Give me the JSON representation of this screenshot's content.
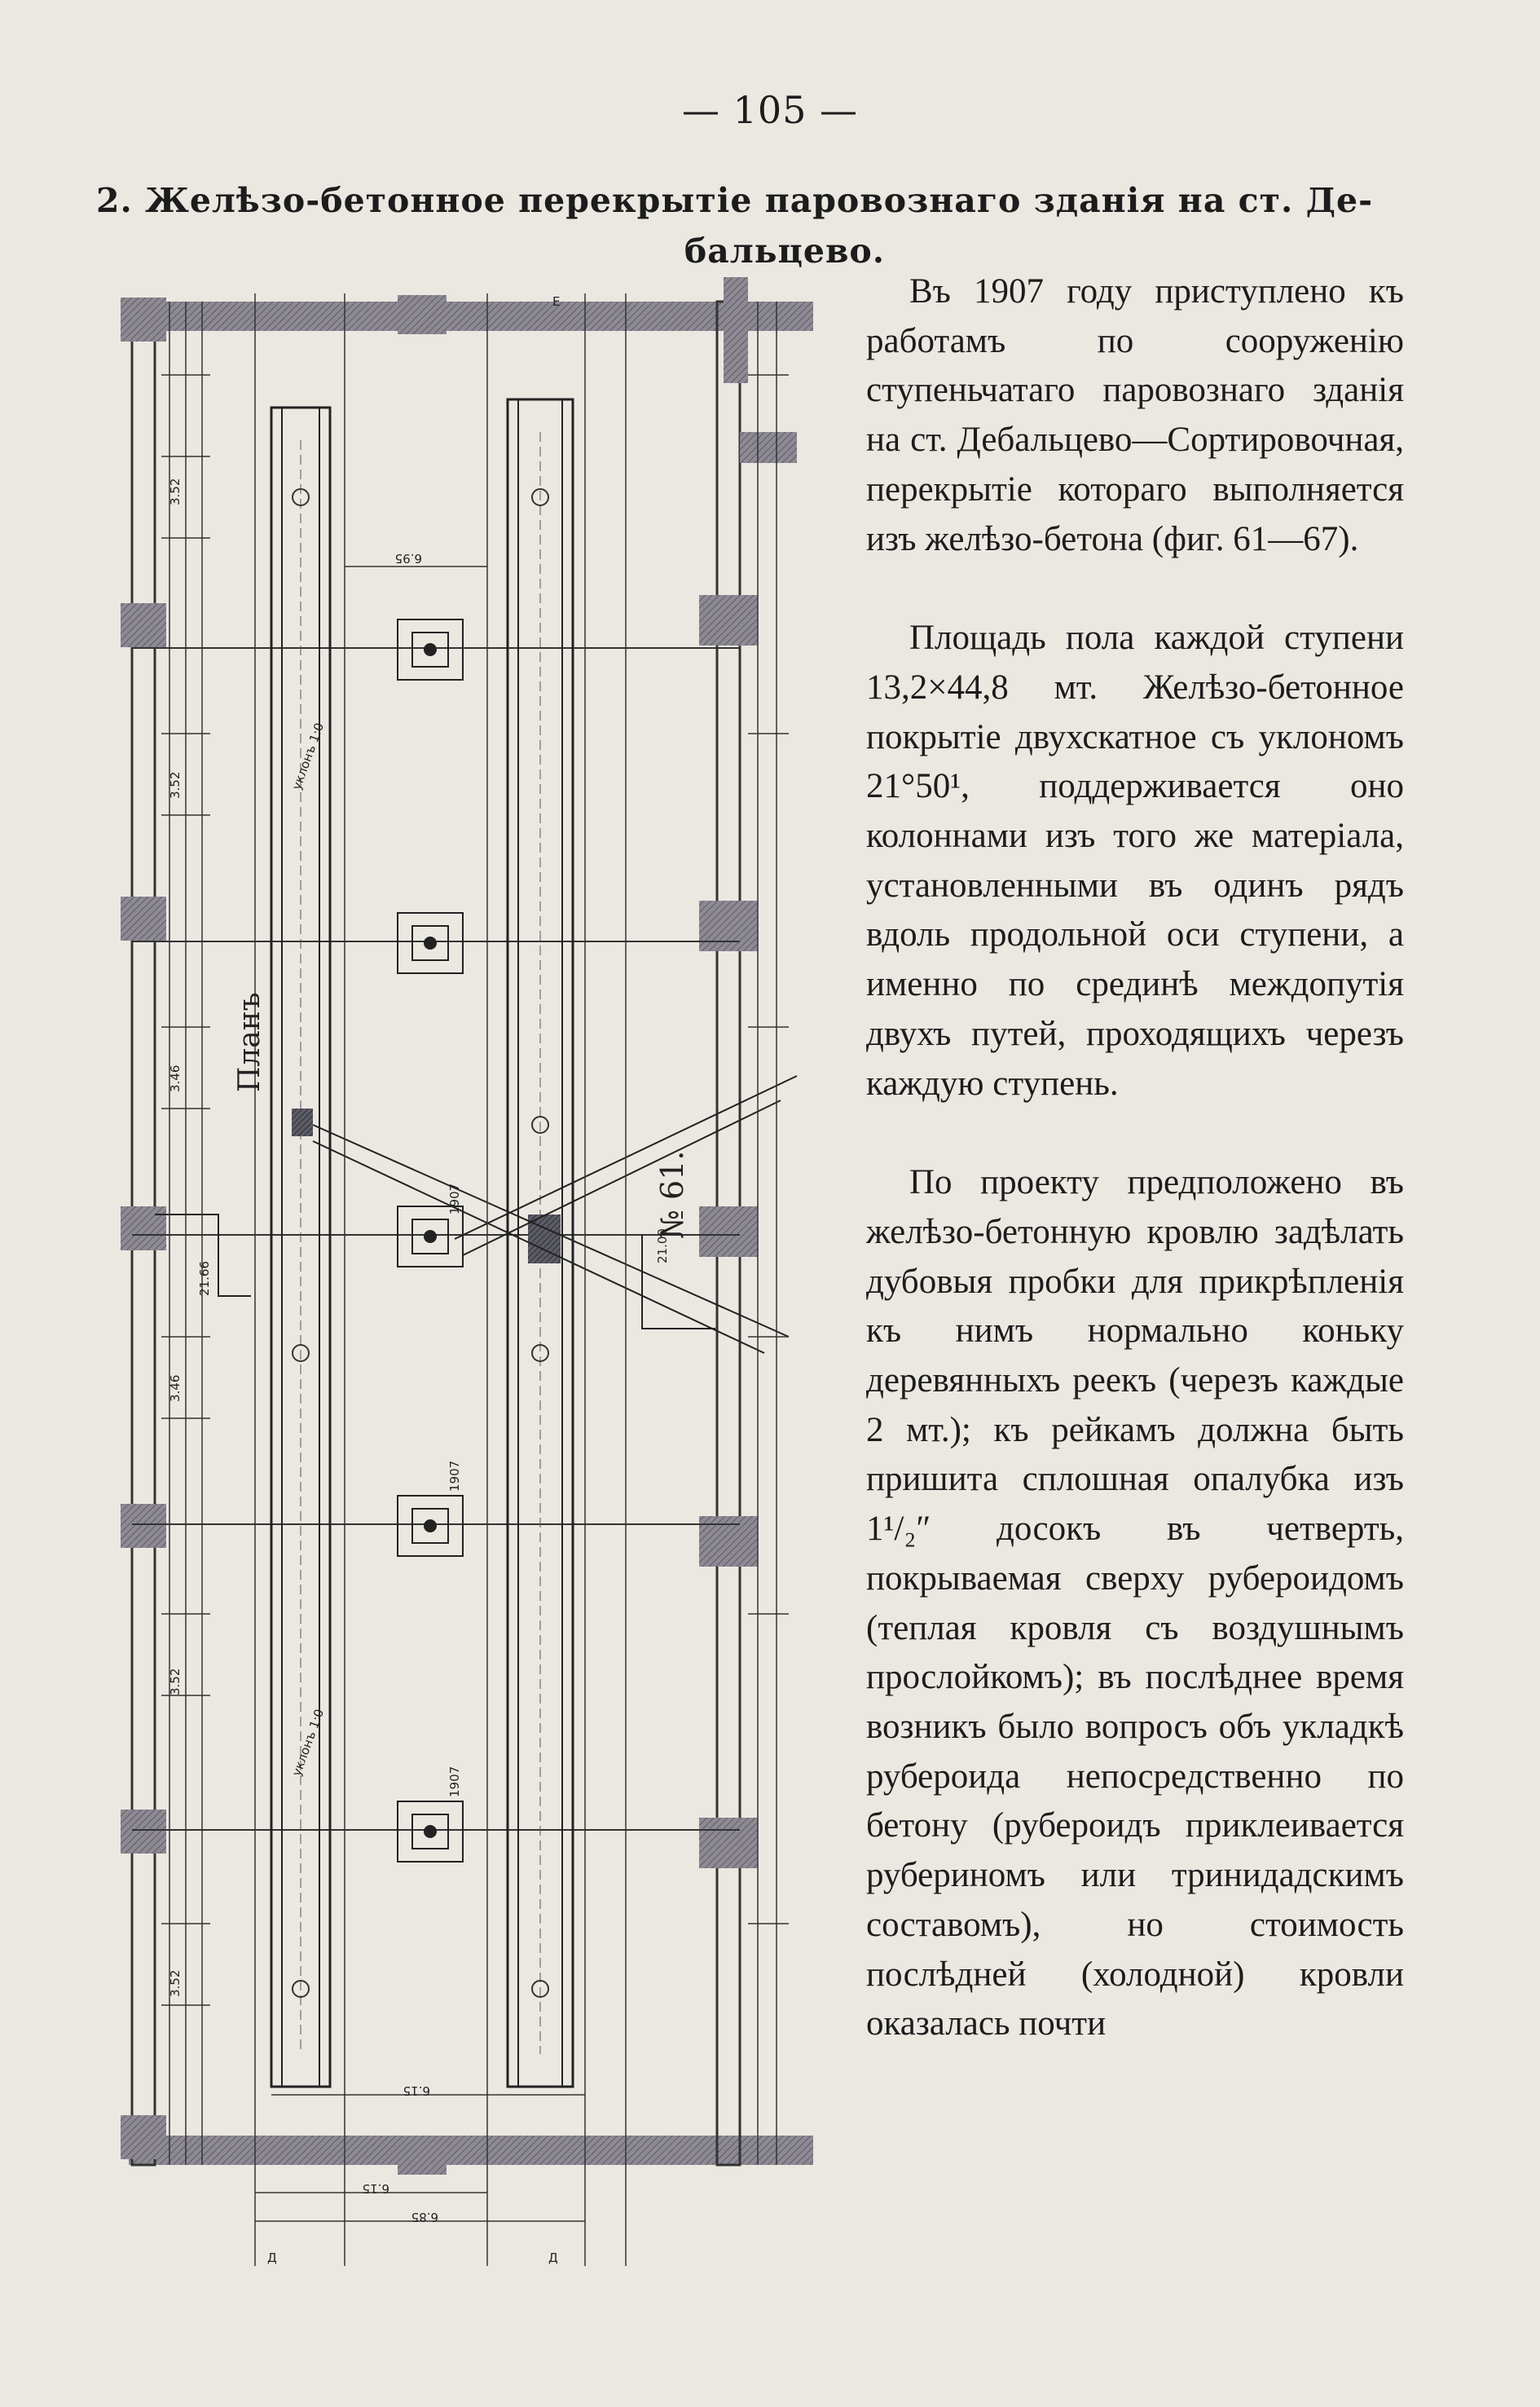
{
  "page": {
    "number": "— 105 —"
  },
  "section": {
    "title_line1": "2. Желѣзо-бетонное перекрытіе паровознаго зданія на ст. Де-",
    "title_line2": "бальцево."
  },
  "paragraphs": [
    "Въ 1907 году приступлено къ работамъ по сооруженію ступеньчатаго паровознаго зданія на ст. Дебальцево—Сортировочная, перекрытіе котораго выполняется изъ желѣзо-бетона (фиг. 61—67).",
    "Площадь пола каждой ступени 13,2×44,8 мт. Желѣзо-бетонное покрытіе двухскатное съ уклономъ 21°50¹, поддерживается оно колоннами изъ того же матеріала, установленными въ одинъ рядъ вдоль продольной оси ступени, а именно по срединѣ междопутія двухъ путей, проходящихъ черезъ каждую ступень.",
    "По проекту предположено въ желѣзо-бетонную кровлю задѣлать дубовыя пробки для прикрѣпленія къ нимъ нормально коньку деревянныхъ реекъ (черезъ каждые 2 мт.); къ рейкамъ должна быть пришита сплошная опалубка изъ 1¹/₂″ досокъ въ четверть, покрываемая сверху рубероидомъ (теплая кровля съ воздушнымъ прослойкомъ); въ послѣднее время возникъ было вопросъ объ укладкѣ рубероида непосредственно по бетону (рубероидъ приклеивается рубериномъ или тринидадскимъ составомъ), но стоимость послѣдней (холодной) кровли оказалась почти"
  ],
  "figure": {
    "caption": "№ 61.",
    "plan_label": "Планъ",
    "dimensions_left": [
      "3.52",
      "3.52",
      "3.46",
      "21.66",
      "3.46",
      "3.52",
      "3.52"
    ],
    "dimension_top": "6.95",
    "dimension_total": "21.00",
    "dimensions_bottom": [
      "6.15",
      "6.15",
      "6.85"
    ],
    "slope_labels": [
      "уклонъ 1:0",
      "уклонъ 1:0"
    ],
    "column_labels": [
      "1907",
      "1907",
      "1907"
    ],
    "axis_labels": [
      "Е",
      "Д",
      "Д"
    ]
  }
}
